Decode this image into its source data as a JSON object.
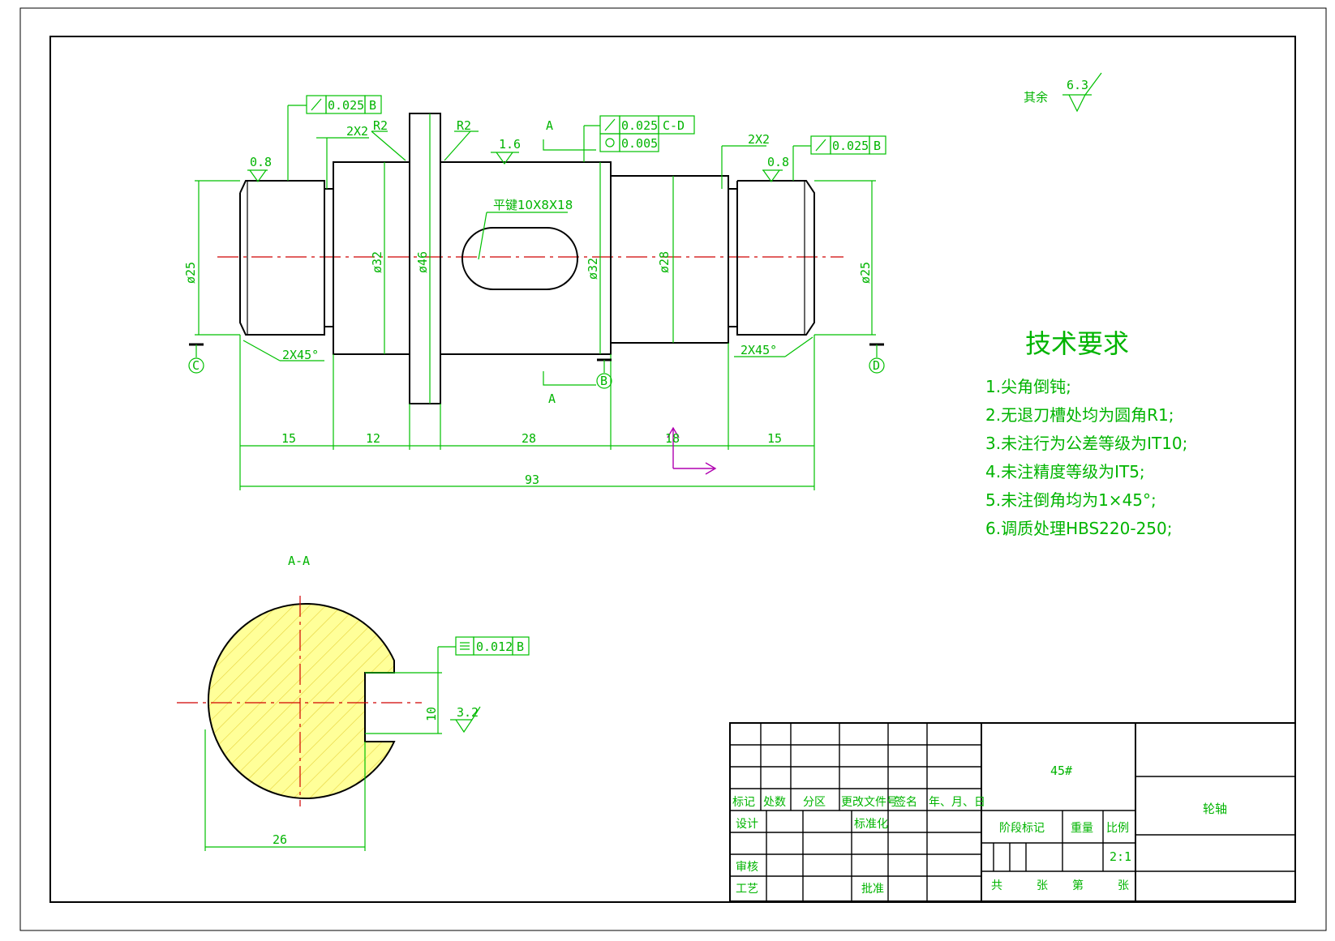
{
  "surface_note": {
    "prefix": "其余",
    "value": "6.3"
  },
  "section_marks": {
    "a_top": "A",
    "a_bottom": "A",
    "section_title": "A-A"
  },
  "datum_labels": {
    "c": "C",
    "b": "B",
    "d": "D"
  },
  "tolerances": {
    "left_runout": {
      "value": "0.025",
      "datum": "B"
    },
    "mid_runout": {
      "value": "0.025",
      "datum": "C-D"
    },
    "mid_cyl": {
      "value": "0.005"
    },
    "right_runout": {
      "value": "0.025",
      "datum": "B"
    },
    "section_sym": {
      "value": "0.012",
      "datum": "B"
    }
  },
  "annotations": {
    "fillet_left": "R2",
    "fillet_right": "R2",
    "groove_left": "2X2",
    "groove_right": "2X2",
    "rough_left": "0.8",
    "rough_mid": "1.6",
    "rough_right": "0.8",
    "rough_section": "3.2",
    "key_label": "平键10X8X18",
    "chamfer_left": "2X45°",
    "chamfer_right": "2X45°"
  },
  "diameters": {
    "d_left": "ø25",
    "d32a": "ø32",
    "d46": "ø46",
    "d32b": "ø32",
    "d28": "ø28",
    "d_right": "ø25"
  },
  "dims": {
    "l1": "15",
    "l2": "12",
    "l3": "28",
    "l4": "18",
    "l5": "15",
    "total": "93",
    "key_depth": "10",
    "section_width": "26"
  },
  "tech": {
    "title": "技术要求",
    "items": [
      "1.尖角倒钝;",
      "2.无退刀槽处均为圆角R1;",
      "3.未注行为公差等级为IT10;",
      "4.未注精度等级为IT5;",
      "5.未注倒角均为1×45°;",
      "6.调质处理HBS220-250;"
    ]
  },
  "title_block": {
    "material": "45#",
    "part_name": "轮轴",
    "row_headers": [
      "标记",
      "处数",
      "分区",
      "更改文件号",
      "签名",
      "年、月、日"
    ],
    "design": "设计",
    "standardize": "标准化",
    "review": "审核",
    "process": "工艺",
    "approve": "批准",
    "stage": "阶段标记",
    "weight": "重量",
    "scale_label": "比例",
    "scale": "2:1",
    "total": "共",
    "sheet1": "张",
    "page": "第",
    "sheet2": "张"
  },
  "colors": {
    "annotation": "#00b400",
    "centerline": "#d00000",
    "outline": "#000000",
    "hatch": "#ffff99"
  }
}
